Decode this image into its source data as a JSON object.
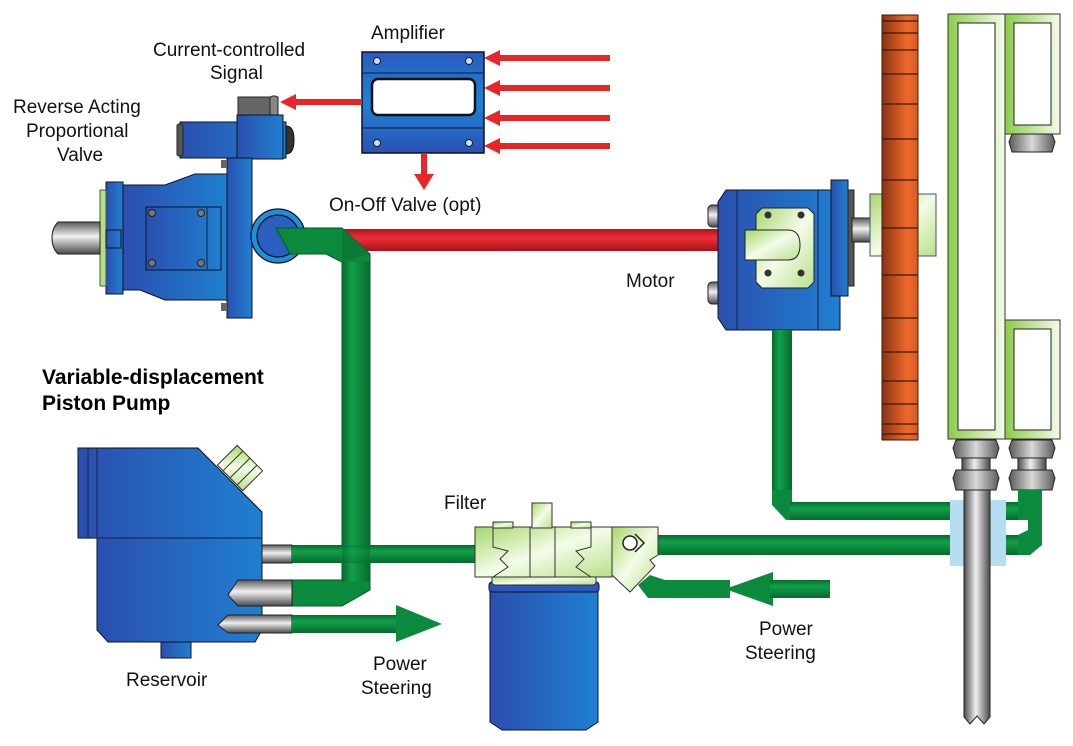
{
  "title": "Hydraulic fan drive system",
  "labels": {
    "current_signal": [
      "Current-controlled",
      "Signal"
    ],
    "amplifier": "Amplifier",
    "proportional_valve": [
      "Reverse Acting",
      "Proportional",
      "Valve"
    ],
    "on_off_valve": "On-Off Valve (opt)",
    "motor": "Motor",
    "pump": [
      "Variable-displacement",
      "Piston Pump"
    ],
    "filter": "Filter",
    "reservoir": "Reservoir",
    "power_steering_out": [
      "Power",
      "Steering"
    ],
    "power_steering_in": [
      "Power",
      "Steering"
    ]
  },
  "components": [
    {
      "name": "amplifier",
      "inputs": 4,
      "outputs": [
        "current-controlled-signal",
        "on-off-valve"
      ]
    },
    {
      "name": "proportional-valve"
    },
    {
      "name": "piston-pump"
    },
    {
      "name": "motor"
    },
    {
      "name": "fan"
    },
    {
      "name": "radiator"
    },
    {
      "name": "filter"
    },
    {
      "name": "reservoir"
    }
  ],
  "lines": {
    "pressure": {
      "color": "#e02020",
      "from": "piston-pump",
      "to": "motor"
    },
    "return": {
      "color": "#0a8a3c"
    },
    "signal": {
      "color": "#e8262a"
    }
  },
  "colors": {
    "component_blue": "#2a64c4",
    "pipe_green": "#0b8a3e",
    "pressure_red": "#d81f26",
    "signal_red": "#e8262a",
    "fan_orange": "#d8602a",
    "radiator_green": "#8ccc4a",
    "coupling_blue": "#b6def2"
  }
}
